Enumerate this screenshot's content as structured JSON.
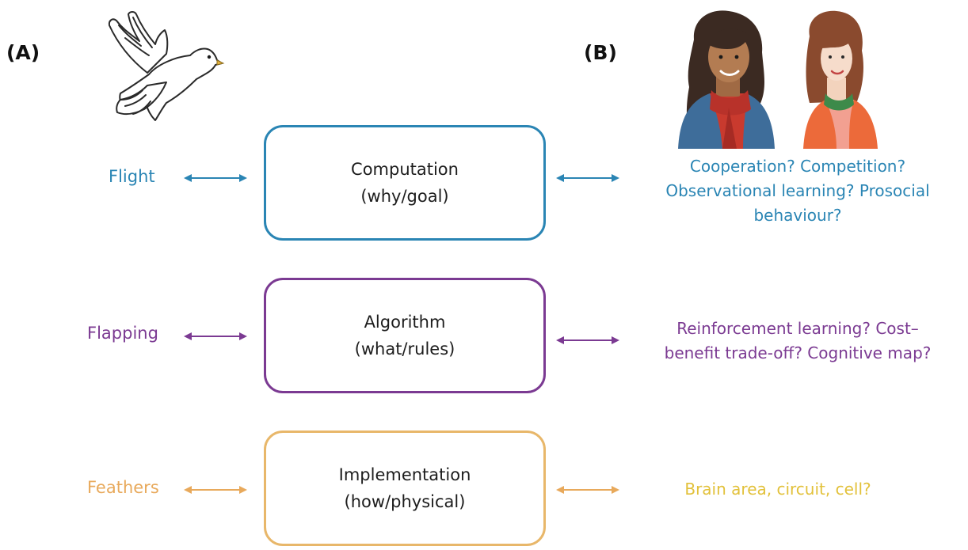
{
  "panels": {
    "a_label": "(A)",
    "b_label": "(B)"
  },
  "colors": {
    "computation": "#2a85b4",
    "algorithm": "#7b3a92",
    "implementation": "#e8a95b",
    "implementation_right": "#e2c13a"
  },
  "levels": [
    {
      "key": "computation",
      "left_label": "Flight",
      "box_title": "Computation",
      "box_sub": "(why/goal)",
      "right_lines": [
        "Cooperation? Competition?",
        "Observational learning? Prosocial",
        "behaviour?"
      ]
    },
    {
      "key": "algorithm",
      "left_label": "Flapping",
      "box_title": "Algorithm",
      "box_sub": "(what/rules)",
      "right_lines": [
        "Reinforcement learning? Cost–",
        "benefit trade-off? Cognitive map?"
      ]
    },
    {
      "key": "implementation",
      "left_label": "Feathers",
      "box_title": "Implementation",
      "box_sub": "(how/physical)",
      "right_lines": [
        "Brain area, circuit, cell?"
      ]
    }
  ],
  "illustrations": {
    "bird": "dove-icon",
    "people": "two-women-icon"
  }
}
